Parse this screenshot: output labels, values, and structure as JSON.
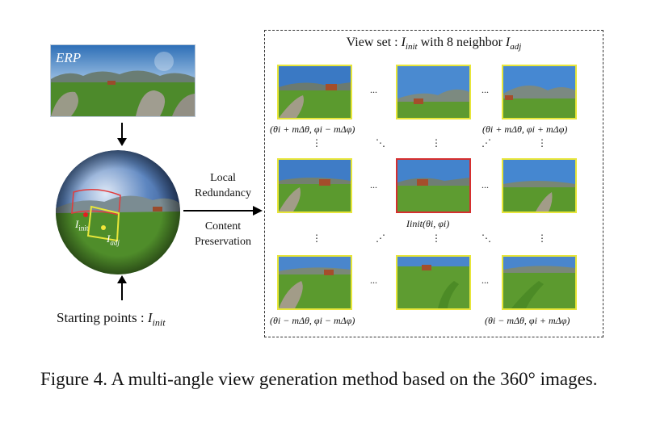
{
  "erp_label": "ERP",
  "sphere_labels": {
    "init": "I",
    "init_sub": "init",
    "adj": "I",
    "adj_sub": "adj"
  },
  "starting_points": {
    "prefix": "Starting points : ",
    "symbol": "I",
    "subscript": "init"
  },
  "middle": {
    "line1a": "Local",
    "line1b": "Redundancy",
    "line2a": "Content",
    "line2b": "Preservation"
  },
  "panel": {
    "title_prefix": "View set : ",
    "title_init": "I",
    "title_init_sub": "init",
    "title_mid": " with  8 neighbor ",
    "title_adj": "I",
    "title_adj_sub": "adj",
    "labels": {
      "top_left": "(θi + mΔθ, φi − mΔφ)",
      "top_right": "(θi + mΔθ, φi + mΔφ)",
      "center": "Iinit(θi, φi)",
      "bottom_left": "(θi − mΔθ, φi − mΔφ)",
      "bottom_right": "(θi − mΔθ, φi + mΔφ)"
    },
    "ellipsis": "...",
    "vdots": "⋮",
    "ddots": "⋱",
    "adots": "⋰"
  },
  "caption": "Figure 4.  A multi-angle view generation method based on the 360° images.",
  "colors": {
    "neighbor_border": "#e8e63a",
    "center_border": "#d62f2f"
  }
}
